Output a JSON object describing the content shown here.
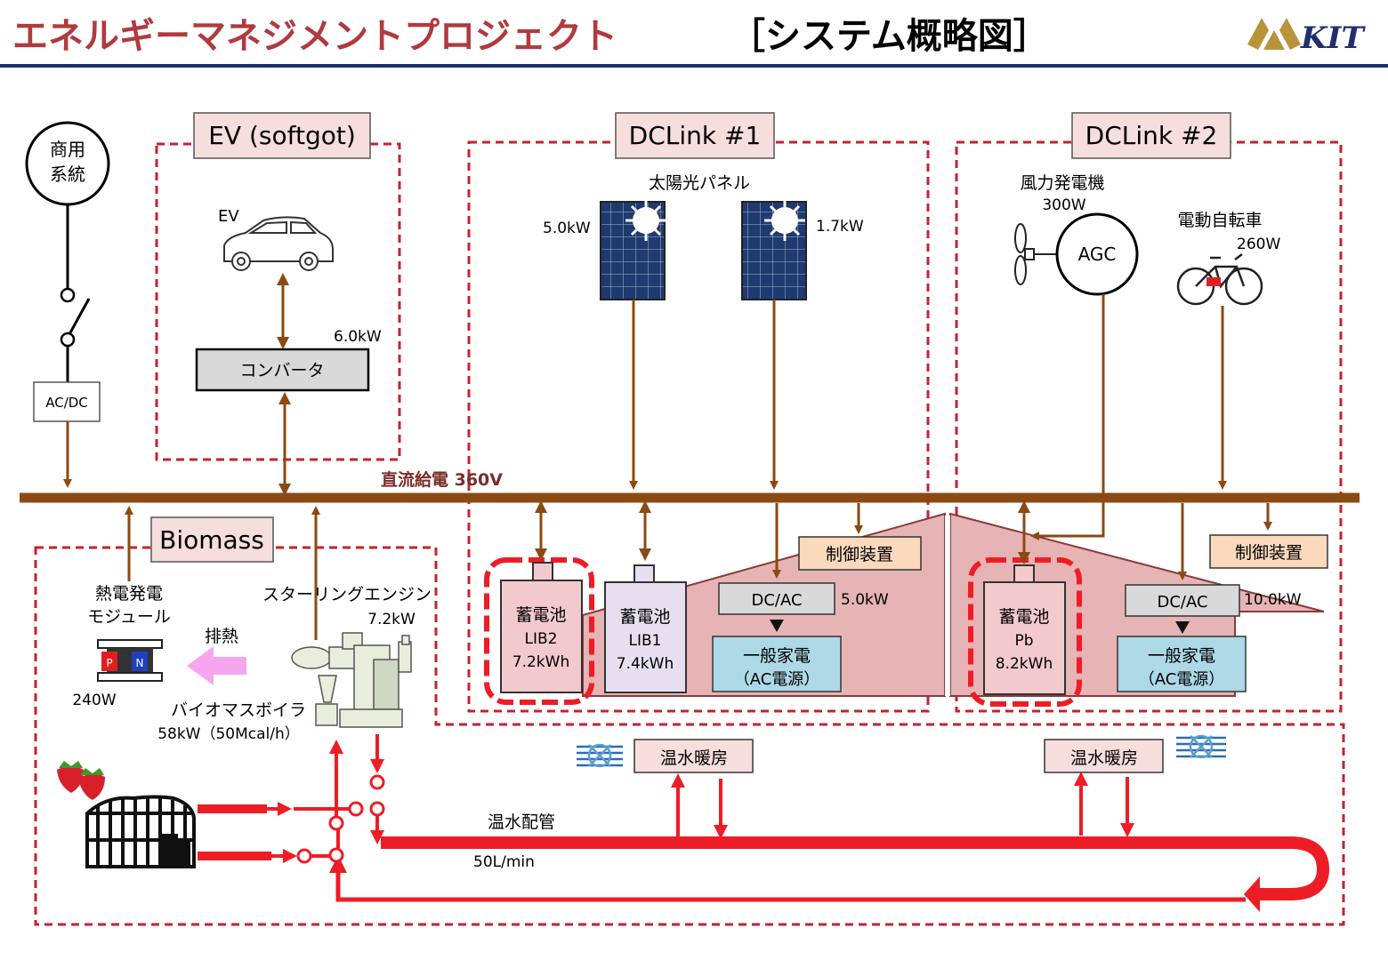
{
  "header": {
    "title_main": "エネルギーマネジメントプロジェクト",
    "title_sub": "［システム概略図］",
    "logo_text": "KIT",
    "colors": {
      "title": "#b03a3e",
      "rule": "#1f2f6e",
      "logo": "#1f2f6e",
      "logo_mark": "#b8943a"
    }
  },
  "grid": {
    "label": "商用\n系統",
    "line1": "商用",
    "line2": "系統",
    "converter": "AC/DC"
  },
  "bus": {
    "label": "直流給電 360V",
    "color": "#8b4a12"
  },
  "groups": {
    "ev": {
      "title": "EV (softgot)",
      "ev_label": "EV",
      "converter": "コンバータ",
      "power": "6.0kW"
    },
    "dclink1": {
      "title": "DCLink #1",
      "solar_label": "太陽光パネル",
      "panel1_power": "5.0kW",
      "panel2_power": "1.7kW",
      "control": "制御装置",
      "dcac": "DC/AC",
      "dcac_power": "5.0kW",
      "appliance_line1": "一般家電",
      "appliance_line2": "（AC電源）",
      "battery_lib2": {
        "name": "蓄電池",
        "type": "LIB2",
        "capacity": "7.2kWh"
      },
      "battery_lib1": {
        "name": "蓄電池",
        "type": "LIB1",
        "capacity": "7.4kWh"
      }
    },
    "dclink2": {
      "title": "DCLink #2",
      "wind_label": "風力発電機",
      "wind_power": "300W",
      "agc": "AGC",
      "bike_label": "電動自転車",
      "bike_power": "260W",
      "control": "制御装置",
      "dcac": "DC/AC",
      "dcac_power": "10.0kW",
      "appliance_line1": "一般家電",
      "appliance_line2": "（AC電源）",
      "battery_pb": {
        "name": "蓄電池",
        "type": "Pb",
        "capacity": "8.2kWh"
      }
    },
    "biomass": {
      "title": "Biomass",
      "thermo_line1": "熱電発電",
      "thermo_line2": "モジュール",
      "thermo_power": "240W",
      "peltier_p": "P",
      "peltier_n": "N",
      "waste_heat": "排熱",
      "stirling_label": "スターリングエンジン",
      "stirling_power": "7.2kW",
      "boiler_label": "バイオマスボイラ",
      "boiler_power": "58kW（50Mcal/h）"
    }
  },
  "hot_water": {
    "pipe_label": "温水配管",
    "flow": "50L/min",
    "heater1": "温水暖房",
    "heater2": "温水暖房"
  },
  "colors": {
    "group_border": "#c8202e",
    "label_fill": "#f6dedd",
    "power_line": "#8b4a12",
    "hot_water": "#ee1c25",
    "house": "#e6b4b4",
    "house_edge": "#8b3a3a",
    "control_fill": "#fbd9bd",
    "dcac_fill": "#d9d9d9",
    "appliance_fill": "#add8e6",
    "battery_fill": "#f2c9cd",
    "battery_lib1_fill": "#e6dff0",
    "waste_heat_arrow": "#f5a6ee"
  },
  "icons": [
    "car-icon",
    "solar-panel-icon",
    "sun-icon",
    "wind-turbine-icon",
    "bicycle-icon",
    "greenhouse-icon",
    "strawberry-icon",
    "radiator-icon",
    "peltier-module-icon",
    "boiler-engine-icon"
  ]
}
